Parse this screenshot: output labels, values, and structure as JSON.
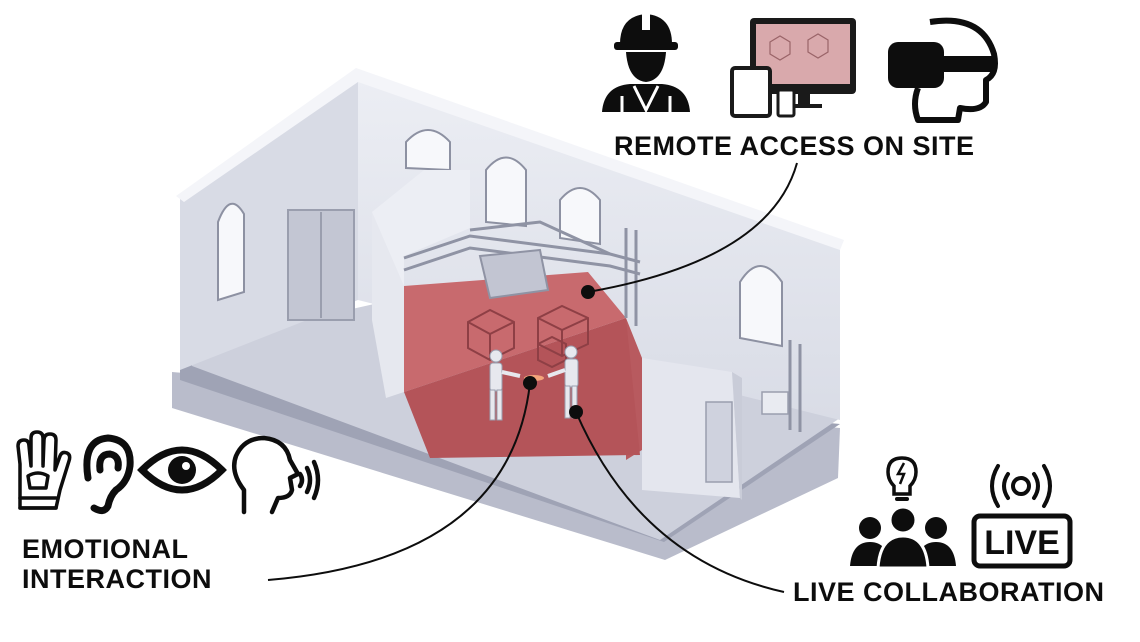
{
  "labels": {
    "remote_access": "REMOTE ACCESS ON SITE",
    "emotional_line1": "EMOTIONAL",
    "emotional_line2": "INTERACTION",
    "live_collaboration": "LIVE COLLABORATION",
    "live_badge": "LIVE"
  },
  "icons": {
    "remote": [
      "construction-worker-icon",
      "multi-device-icon",
      "vr-headset-icon"
    ],
    "emotional": [
      "glove-hand-icon",
      "ear-icon",
      "eye-icon",
      "speaking-head-icon"
    ],
    "live": [
      "idea-team-icon",
      "live-broadcast-icon"
    ]
  },
  "colors": {
    "ink": "#0d0d0d",
    "wall": "#e4e6ee",
    "floor": "#c9ccd9",
    "studio_red": "#c86a6e"
  }
}
